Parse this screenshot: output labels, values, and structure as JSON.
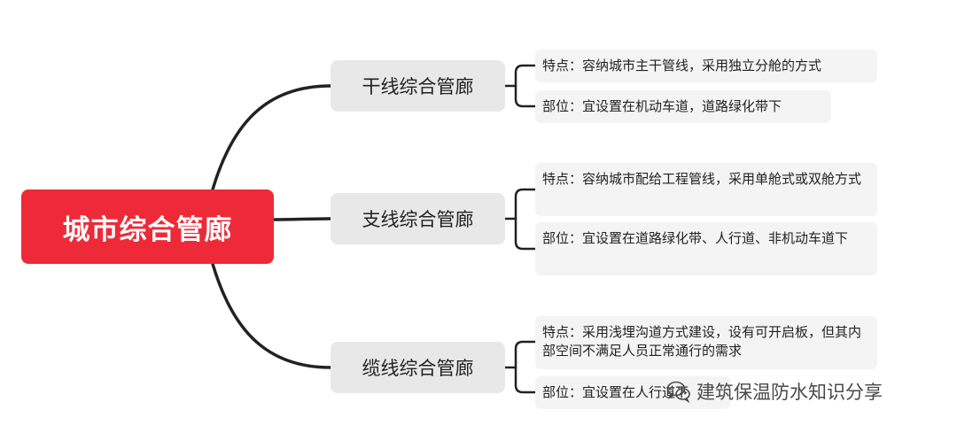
{
  "root": {
    "label": "城市综合管廊"
  },
  "branches": [
    {
      "label": "干线综合管廊",
      "leaves": [
        {
          "text": "特点：容纳城市主干管线，采用独立分舱的方式"
        },
        {
          "text": "部位：宜设置在机动车道，道路绿化带下"
        }
      ]
    },
    {
      "label": "支线综合管廊",
      "leaves": [
        {
          "text": "特点：容纳城市配给工程管线，采用单舱式或双舱方式"
        },
        {
          "text": "部位：宜设置在道路绿化带、人行道、非机动车道下"
        }
      ]
    },
    {
      "label": "缆线综合管廊",
      "leaves": [
        {
          "text": "特点：采用浅埋沟道方式建设，设有可开启板，但其内部空间不满足人员正常通行的需求"
        },
        {
          "text": "部位：宜设置在人行道下"
        }
      ]
    }
  ],
  "watermark": {
    "text": "建筑保温防水知识分享",
    "icon": "wechat-icon"
  },
  "colors": {
    "root_fill": "#ee2a38",
    "branch_fill": "#e8e8e8",
    "leaf_fill": "#f4f4f4",
    "connector": "#222222"
  }
}
